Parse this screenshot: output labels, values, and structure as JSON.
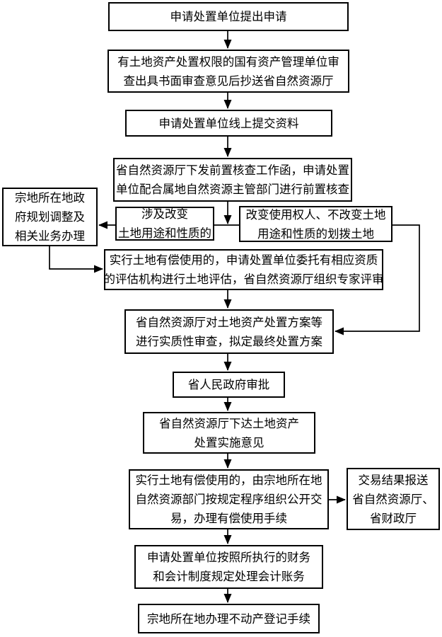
{
  "diagram": {
    "type": "flowchart",
    "language": "zh-CN",
    "colors": {
      "background": "#ffffff",
      "box_border": "#000000",
      "box_fill": "#ffffff",
      "text": "#000000",
      "connector": "#000000"
    },
    "nodes": [
      {
        "id": "submit-application",
        "label": "申请处置单位提出申请"
      },
      {
        "id": "asset-admin-review",
        "label": "有土地资产处置权限的国有资产管理单位审\n查出具书面审查意见后抄送省自然资源厅"
      },
      {
        "id": "online-materials",
        "label": "申请处置单位线上提交资料"
      },
      {
        "id": "pre-check",
        "label": "省自然资源厅下发前置核查工作函，申请处置\n单位配合属地自然资源主管部门进行前置核查"
      },
      {
        "id": "local-planning-adjust",
        "label": "宗地所在地政\n府规划调整及\n相关业务办理"
      },
      {
        "id": "change-use-branch",
        "label": "涉及改变\n土地用途和性质的"
      },
      {
        "id": "allocated-land-branch",
        "label": "改变使用权人、不改变土地\n用途和性质的划拨土地"
      },
      {
        "id": "land-valuation",
        "label": "实行土地有偿使用的，申请处置单位委托有相应资质\n的评估机构进行土地评估，省自然资源厅组织专家评审"
      },
      {
        "id": "substantive-review",
        "label": "省自然资源厅对土地资产处置方案等\n进行实质性审查，拟定最终处置方案"
      },
      {
        "id": "provincial-approval",
        "label": "省人民政府审批"
      },
      {
        "id": "implementation-opinion",
        "label": "省自然资源厅下达土地资产\n处置实施意见"
      },
      {
        "id": "public-trading",
        "label": "实行土地有偿使用的，由宗地所在地\n自然资源部门按规定程序组织公开交\n易，办理有偿使用手续"
      },
      {
        "id": "trade-result-report",
        "label": "交易结果报送\n省自然资源厅、\n省财政厅"
      },
      {
        "id": "accounting-treatment",
        "label": "申请处置单位按照所执行的财务\n和会计制度规定处理会计账务"
      },
      {
        "id": "real-estate-registration",
        "label": "宗地所在地办理不动产登记手续"
      }
    ],
    "edges": [
      {
        "from": "submit-application",
        "to": "asset-admin-review",
        "arrow": true
      },
      {
        "from": "asset-admin-review",
        "to": "online-materials",
        "arrow": true
      },
      {
        "from": "online-materials",
        "to": "pre-check",
        "arrow": true
      },
      {
        "from": "pre-check",
        "to": "branch-junction",
        "arrow": true
      },
      {
        "from": "change-use-branch",
        "to": "allocated-land-branch",
        "arrow": false
      },
      {
        "from": "change-use-branch",
        "to": "local-planning-adjust",
        "arrow": true
      },
      {
        "from": "local-planning-adjust",
        "to": "land-valuation",
        "arrow": true
      },
      {
        "from": "land-valuation",
        "to": "substantive-review",
        "arrow": true
      },
      {
        "from": "allocated-land-branch",
        "to": "substantive-review",
        "arrow": true
      },
      {
        "from": "substantive-review",
        "to": "provincial-approval",
        "arrow": true
      },
      {
        "from": "provincial-approval",
        "to": "implementation-opinion",
        "arrow": true
      },
      {
        "from": "implementation-opinion",
        "to": "public-trading",
        "arrow": true
      },
      {
        "from": "public-trading",
        "to": "trade-result-report",
        "arrow": true
      },
      {
        "from": "public-trading",
        "to": "accounting-treatment",
        "arrow": true
      },
      {
        "from": "accounting-treatment",
        "to": "real-estate-registration",
        "arrow": true
      }
    ]
  }
}
